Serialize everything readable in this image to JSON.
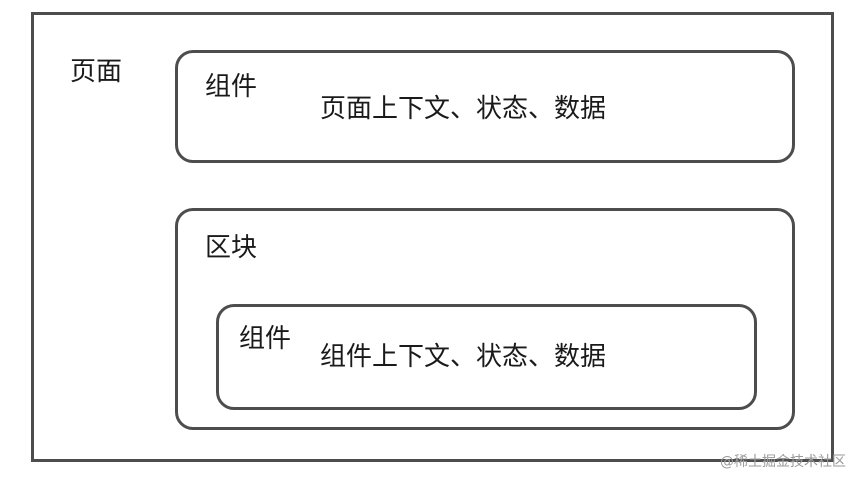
{
  "page": {
    "label": "页面"
  },
  "component_top": {
    "label": "组件",
    "content": "页面上下文、状态、数据"
  },
  "block": {
    "label": "区块"
  },
  "component_inner": {
    "label": "组件",
    "content": "组件上下文、状态、数据"
  },
  "watermark": "@稀土掘金技术社区"
}
